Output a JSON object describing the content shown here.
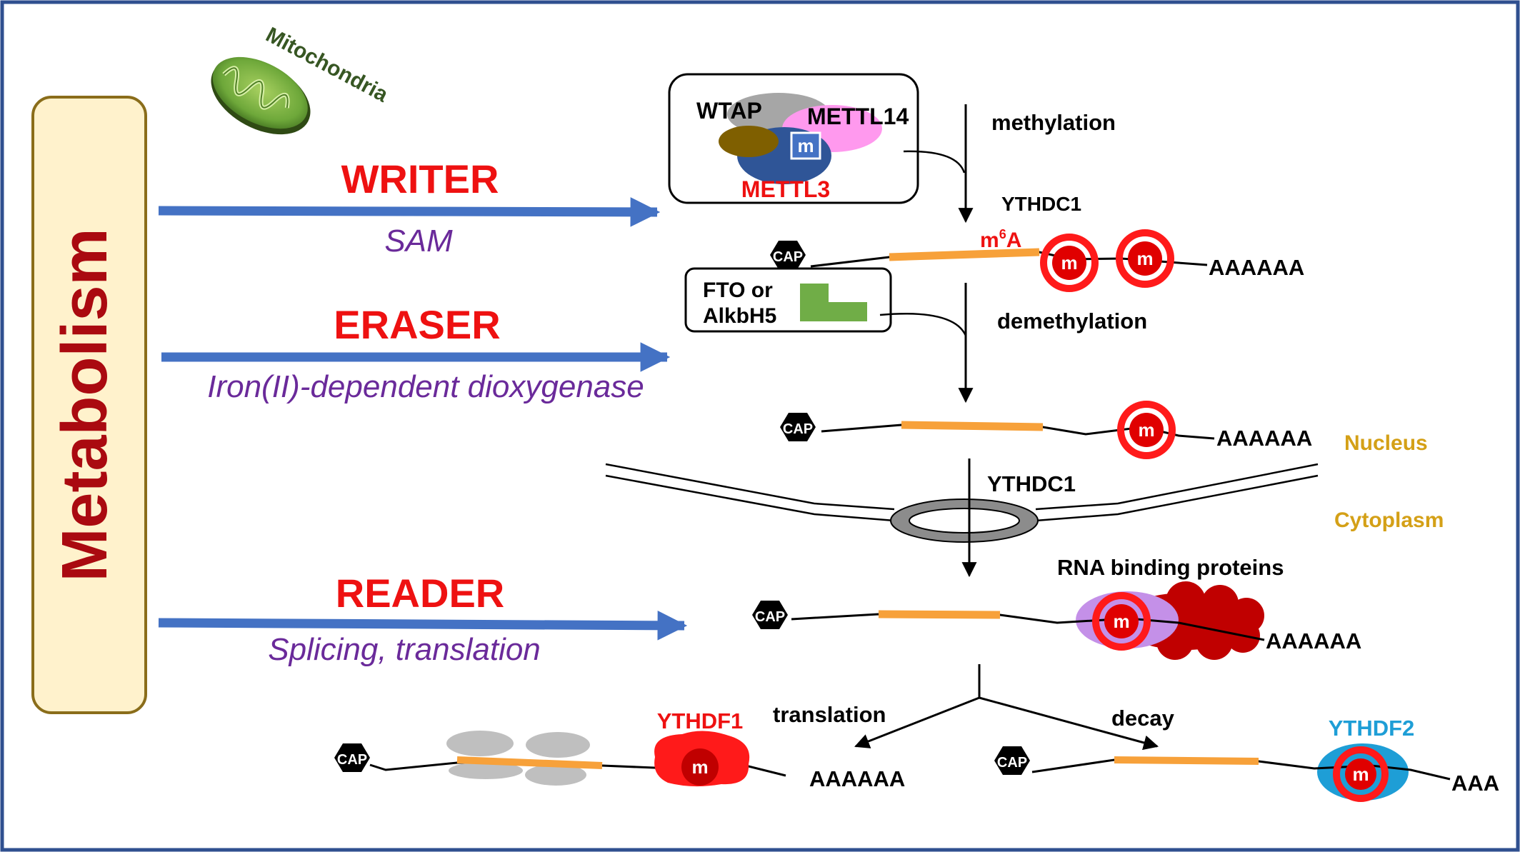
{
  "metabolism": {
    "label": "Metabolism"
  },
  "mitochondria": {
    "label": "Mitochondria"
  },
  "writer": {
    "title": "WRITER",
    "subtitle": "SAM"
  },
  "eraser": {
    "title": "ERASER",
    "subtitle": "Iron(II)-dependent dioxygenase"
  },
  "reader": {
    "title": "READER",
    "subtitle": "Splicing, translation"
  },
  "writer_complex": {
    "wtap": "WTAP",
    "mettl14": "METTL14",
    "mettl3": "METTL3",
    "m_badge": "m"
  },
  "eraser_box": {
    "line1": "FTO or",
    "line2": "AlkbH5"
  },
  "steps": {
    "methylation": "methylation",
    "ythdc1_top": "YTHDC1",
    "m6a_base": "m",
    "m6a_sup": "6",
    "m6a_tail": "A",
    "demethylation": "demethylation",
    "ythdc1_mid": "YTHDC1",
    "rbp": "RNA binding proteins",
    "translation": "translation",
    "decay": "decay",
    "ythdf1": "YTHDF1",
    "ythdf2": "YTHDF2"
  },
  "compartments": {
    "nucleus": "Nucleus",
    "cytoplasm": "Cytoplasm"
  },
  "mrna": {
    "cap": "CAP",
    "m": "m",
    "polyA": "AAAAAA",
    "polyA_short": "AAA"
  },
  "colors": {
    "frame": "#2f4f8f",
    "arrow": "#4472c4",
    "red_title": "#ee1111",
    "purple_sub": "#6a2a9a",
    "metabolism_text": "#aa0a10",
    "metabolism_fill": "#fff2cc",
    "metabolism_border": "#8a6d1a",
    "orange": "#f7a13a",
    "gold": "#d4a017",
    "ythdf2": "#1e9ed6",
    "mito_text": "#375623"
  }
}
